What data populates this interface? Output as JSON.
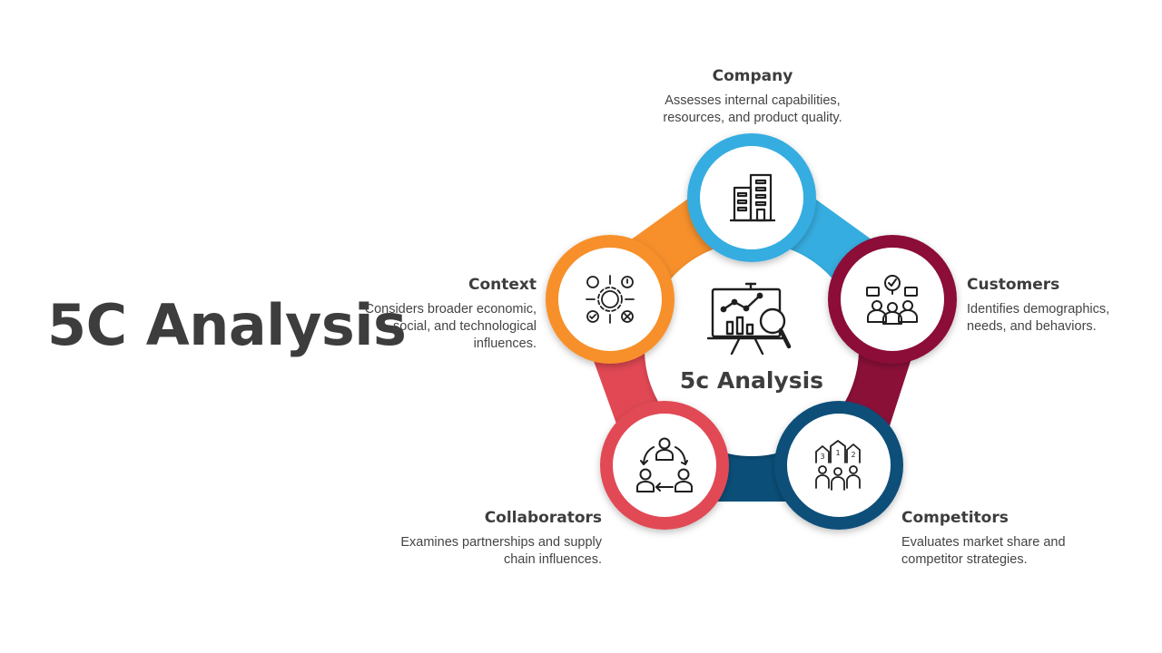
{
  "title": "5C Analysis",
  "center_title": "5c Analysis",
  "colors": {
    "company": "#36ade0",
    "customers": "#8b1038",
    "competitors": "#0b4f79",
    "collaborators": "#e14854",
    "context": "#f7902b"
  },
  "nodes": [
    {
      "key": "company",
      "heading": "Company",
      "description": "Assesses internal capabilities, resources, and product quality.",
      "icon": "office-building-icon"
    },
    {
      "key": "customers",
      "heading": "Customers",
      "description": "Identifies demographics, needs, and behaviors.",
      "icon": "customer-group-icon"
    },
    {
      "key": "competitors",
      "heading": "Competitors",
      "description": "Evaluates market share and competitor strategies.",
      "icon": "competitor-ranking-icon"
    },
    {
      "key": "collaborators",
      "heading": "Collaborators",
      "description": "Examines partnerships and supply chain influences.",
      "icon": "collaboration-cycle-icon"
    },
    {
      "key": "context",
      "heading": "Context",
      "description": "Considers broader economic, social, and technological influences.",
      "icon": "context-gear-icon"
    }
  ]
}
